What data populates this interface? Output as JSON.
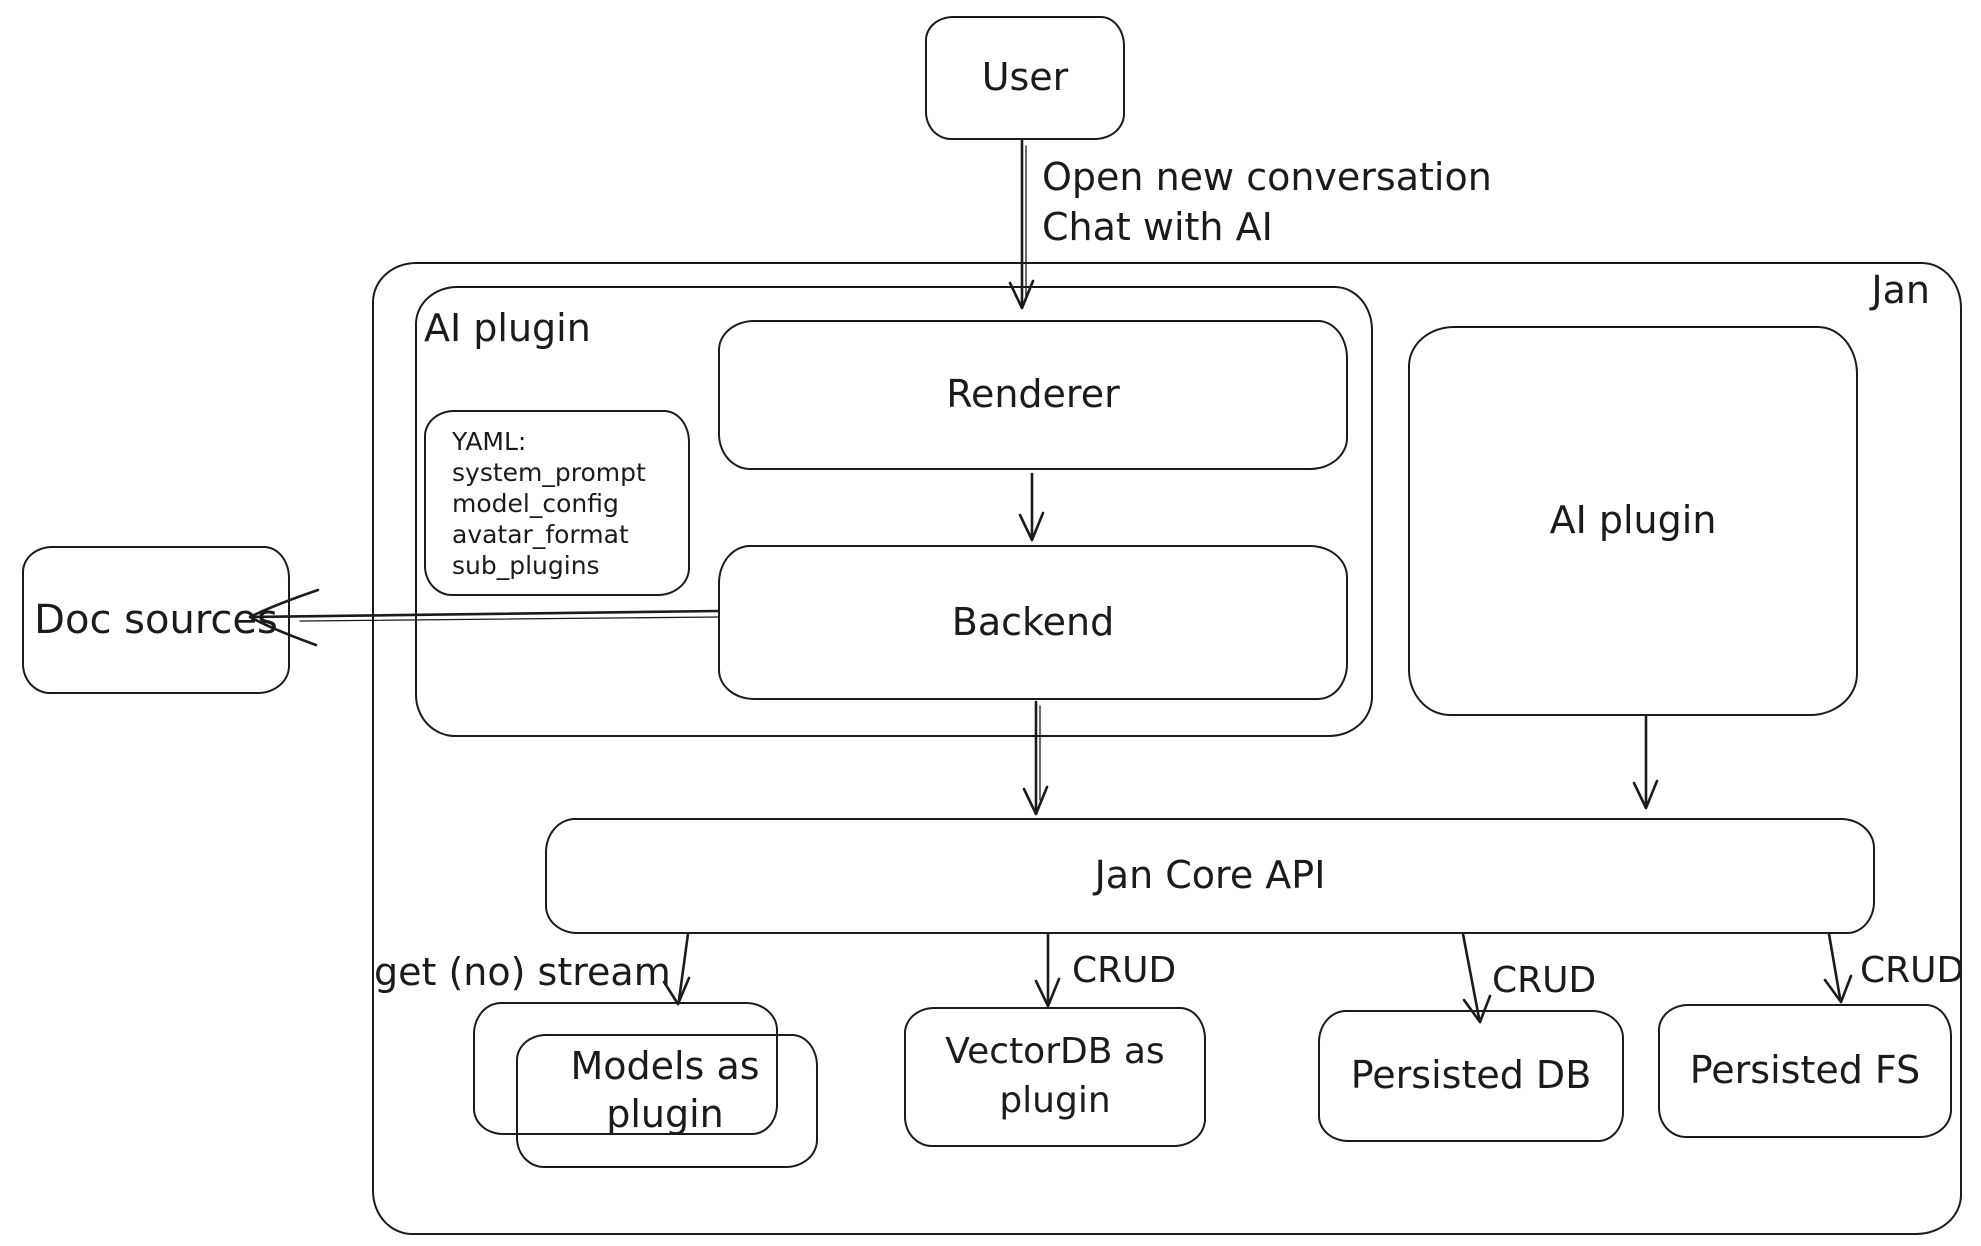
{
  "nodes": {
    "user": "User",
    "jan": "Jan",
    "ai_plugin_left": "AI plugin",
    "renderer": "Renderer",
    "backend": "Backend",
    "doc_sources": "Doc sources",
    "ai_plugin_right": "AI plugin",
    "jan_core_api": "Jan Core API",
    "models": {
      "line1": "Models as",
      "line2": "plugin"
    },
    "vectordb": {
      "line1": "VectorDB as",
      "line2": "plugin"
    },
    "persisted_db": "Persisted DB",
    "persisted_fs": "Persisted FS"
  },
  "yaml_note": {
    "lines": [
      "YAML:",
      "system_prompt",
      "model_config",
      "avatar_format",
      "sub_plugins"
    ]
  },
  "edges": {
    "user_to_renderer": {
      "line1": "Open new conversation",
      "line2": "Chat with AI"
    },
    "core_to_models": {
      "label": "get (no) stream"
    },
    "core_to_vectordb": {
      "label": "CRUD"
    },
    "core_to_persisted_db": {
      "label": "CRUD"
    },
    "core_to_persisted_fs": {
      "label": "CRUD"
    }
  },
  "colors": {
    "stroke": "#1b1b1b",
    "text": "#1b1b1b",
    "background": "#ffffff"
  }
}
